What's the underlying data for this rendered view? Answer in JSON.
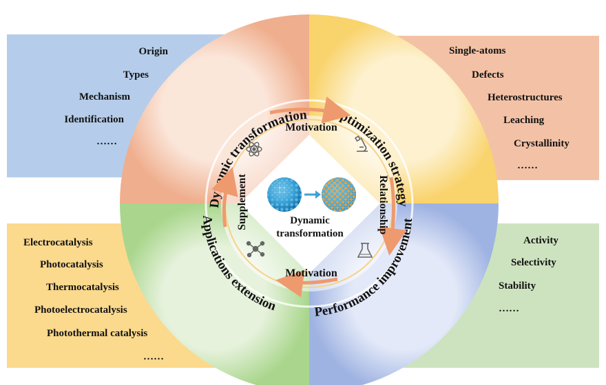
{
  "panels": {
    "top_left": {
      "color": "#b5cdea",
      "items": [
        "Origin",
        "Types",
        "Mechanism",
        "Identification",
        "……"
      ]
    },
    "top_right": {
      "color": "#f3c2a6",
      "items": [
        "Single-atoms",
        "Defects",
        "Heterostructures",
        "Leaching",
        "Crystallinity",
        "……"
      ]
    },
    "bottom_left": {
      "color": "#fbd98d",
      "items": [
        "Electrocatalysis",
        "Photocatalysis",
        "Thermocatalysis",
        "Photoelectrocatalysis",
        "Photothermal catalysis",
        "……"
      ]
    },
    "bottom_right": {
      "color": "#cde3bf",
      "items": [
        "Activity",
        "Selectivity",
        "Stability",
        "……"
      ]
    }
  },
  "ring": {
    "quadrant_colors": {
      "top_left": "#f2b79a",
      "top_right": "#fbdc84",
      "bottom_right": "#b6c7ea",
      "bottom_left": "#bfe0a8"
    },
    "arc_labels": {
      "top_left": "Dynamic transformation",
      "top_right": "Optimization strategy",
      "bottom_right": "Performance improvement",
      "bottom_left": "Applications extension"
    }
  },
  "inner": {
    "top": "Motivation",
    "bottom": "Motivation",
    "left": "Supplement",
    "right": "Relationship",
    "center_line1": "Dynamic",
    "center_line2": "transformation"
  },
  "icons": [
    "atom-icon",
    "microscope-icon",
    "flask-icon",
    "molecule-icon"
  ],
  "accent_color": "#ee9a6e"
}
